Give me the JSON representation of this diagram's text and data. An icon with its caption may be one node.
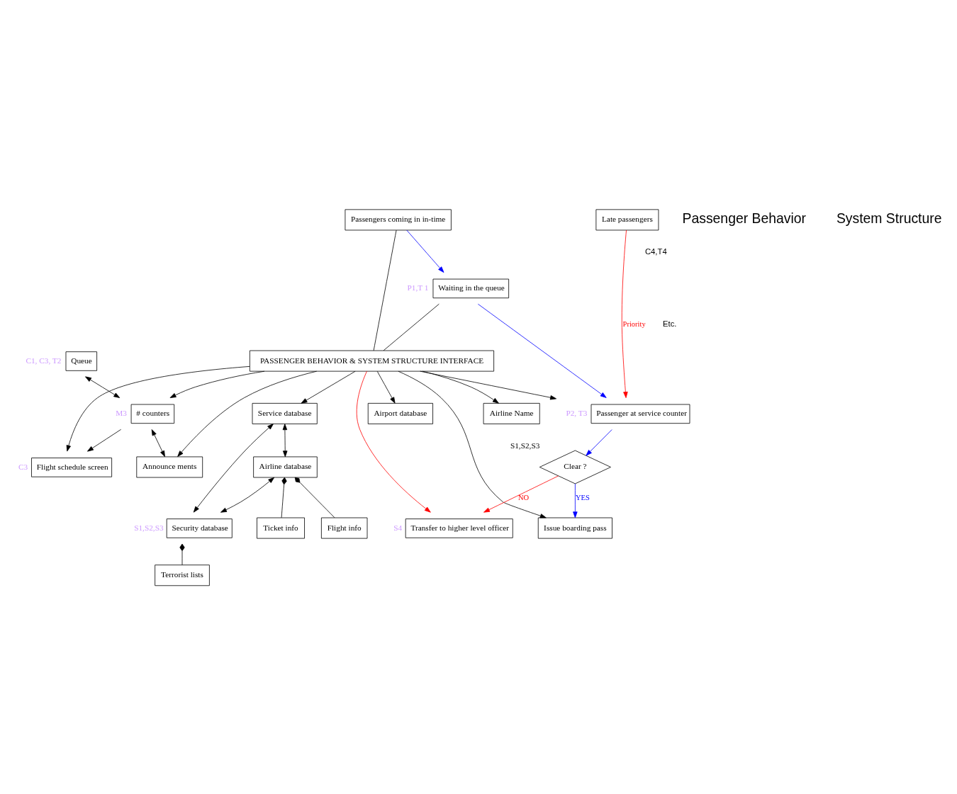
{
  "diagram": {
    "nodes": [
      {
        "text": [
          "Late passengers"
        ]
      },
      {
        "text": [
          "Passengers coming in in-time"
        ]
      },
      {
        "text": [
          "Airline Name"
        ]
      },
      {
        "text": [
          "Waiting in the queue"
        ],
        "beside": [
          "P1,T 1"
        ]
      },
      {
        "text": [
          "PASSENGER BEHAVIOR & SYSTEM STRUCTURE INTERFACE"
        ]
      },
      {
        "text": [
          "Queue"
        ],
        "beside": [
          "C1, C3, T2"
        ]
      },
      {
        "text": [
          "# counters"
        ],
        "beside": [
          "M3"
        ]
      },
      {
        "text": [
          "Flight schedule screen"
        ],
        "beside": [
          "C3"
        ]
      },
      {
        "text": [
          "Announce ments"
        ]
      },
      {
        "text": [
          "Passenger at service counter"
        ],
        "beside": [
          "P2, T3"
        ]
      },
      {
        "text": [
          "Service database"
        ]
      },
      {
        "text": [
          "Airline database"
        ]
      },
      {
        "text": [
          "Security database"
        ],
        "beside": [
          "S1,S2,S3"
        ]
      },
      {
        "text": [
          "Clear ?"
        ],
        "beside": [
          "S1,S2,S3"
        ]
      },
      {
        "text": [
          "Ticket info"
        ]
      },
      {
        "text": [
          "Flight info"
        ]
      },
      {
        "text": [
          "Terrorist lists"
        ]
      },
      {
        "text": [
          "Transfer to higher level officer"
        ],
        "beside": [
          "S4"
        ]
      },
      {
        "text": [
          "Issue boarding pass"
        ]
      },
      {
        "text": [
          "Airport database"
        ]
      }
    ],
    "edges": [
      {
        "from": 1,
        "to": 4,
        "arrow": "none"
      },
      {
        "from": 4,
        "to": 2,
        "arrow": "to"
      },
      {
        "from": 1,
        "to": 3,
        "arrow": "to",
        "color": "#0000ff"
      },
      {
        "from": 0,
        "to": 9,
        "arrow": "to",
        "label": "Priority",
        "color": "#ff0000"
      },
      {
        "from": 3,
        "to": 9,
        "arrow": "to",
        "color": "#0000ff"
      },
      {
        "from": 3,
        "to": 4,
        "arrow": "none"
      },
      {
        "from": 4,
        "to": 6,
        "arrow": "to"
      },
      {
        "from": 4,
        "to": 7,
        "arrow": "to"
      },
      {
        "from": 4,
        "to": 8,
        "arrow": "to"
      },
      {
        "from": 5,
        "to": 6,
        "arrow": "both"
      },
      {
        "from": 6,
        "to": 7,
        "arrow": "to"
      },
      {
        "from": 6,
        "to": 8,
        "arrow": "both"
      },
      {
        "from": 4,
        "to": 9,
        "arrow": "to"
      },
      {
        "from": 4,
        "to": 10,
        "arrow": "to"
      },
      {
        "from": 10,
        "to": 11,
        "arrow": "both"
      },
      {
        "from": 11,
        "to": 12,
        "arrow": "both"
      },
      {
        "from": 10,
        "to": 12,
        "arrow": "both"
      },
      {
        "from": 11,
        "to": 14,
        "arrow": "other"
      },
      {
        "from": 11,
        "to": 15,
        "arrow": "other"
      },
      {
        "from": 12,
        "to": 16,
        "arrow": "other"
      },
      {
        "from": 9,
        "to": 13,
        "arrow": "to",
        "color": "#0000ff"
      },
      {
        "from": 13,
        "to": 17,
        "arrow": "to",
        "label": "NO",
        "color": "#ff0000"
      },
      {
        "from": 13,
        "to": 18,
        "arrow": "to",
        "label": "YES",
        "color": "#0000ff"
      },
      {
        "from": 4,
        "to": 18,
        "arrow": "to"
      },
      {
        "from": 4,
        "to": 19,
        "arrow": "to"
      },
      {
        "from": 4,
        "to": 17,
        "arrow": "to",
        "color": "#ff0000"
      }
    ],
    "labels": [
      "Passenger Behavior",
      "System Structure",
      "C4,T4",
      "Etc."
    ]
  }
}
